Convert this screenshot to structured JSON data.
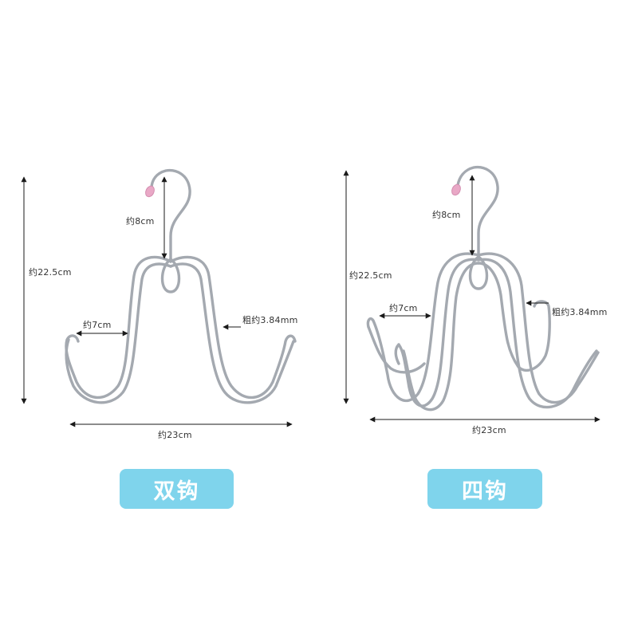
{
  "colors": {
    "background": "#ffffff",
    "wire": "#a4a9b0",
    "wire_highlight": "#eef0f3",
    "dimension_line": "#1a1a1a",
    "label_text": "#333333",
    "badge": "#7fd4ec",
    "hook_tip": "#e9a8c6"
  },
  "left_product": {
    "height_label": "约22.5cm",
    "hook_label": "约8cm",
    "arm_label": "约7cm",
    "wire_label": "粗约3.84mm",
    "width_label": "约23cm",
    "badge_label": "双钩"
  },
  "right_product": {
    "height_label": "约22.5cm",
    "hook_label": "约8cm",
    "arm_label": "约7cm",
    "wire_label": "粗约3.84mm",
    "width_label": "约23cm",
    "badge_label": "四钩"
  }
}
